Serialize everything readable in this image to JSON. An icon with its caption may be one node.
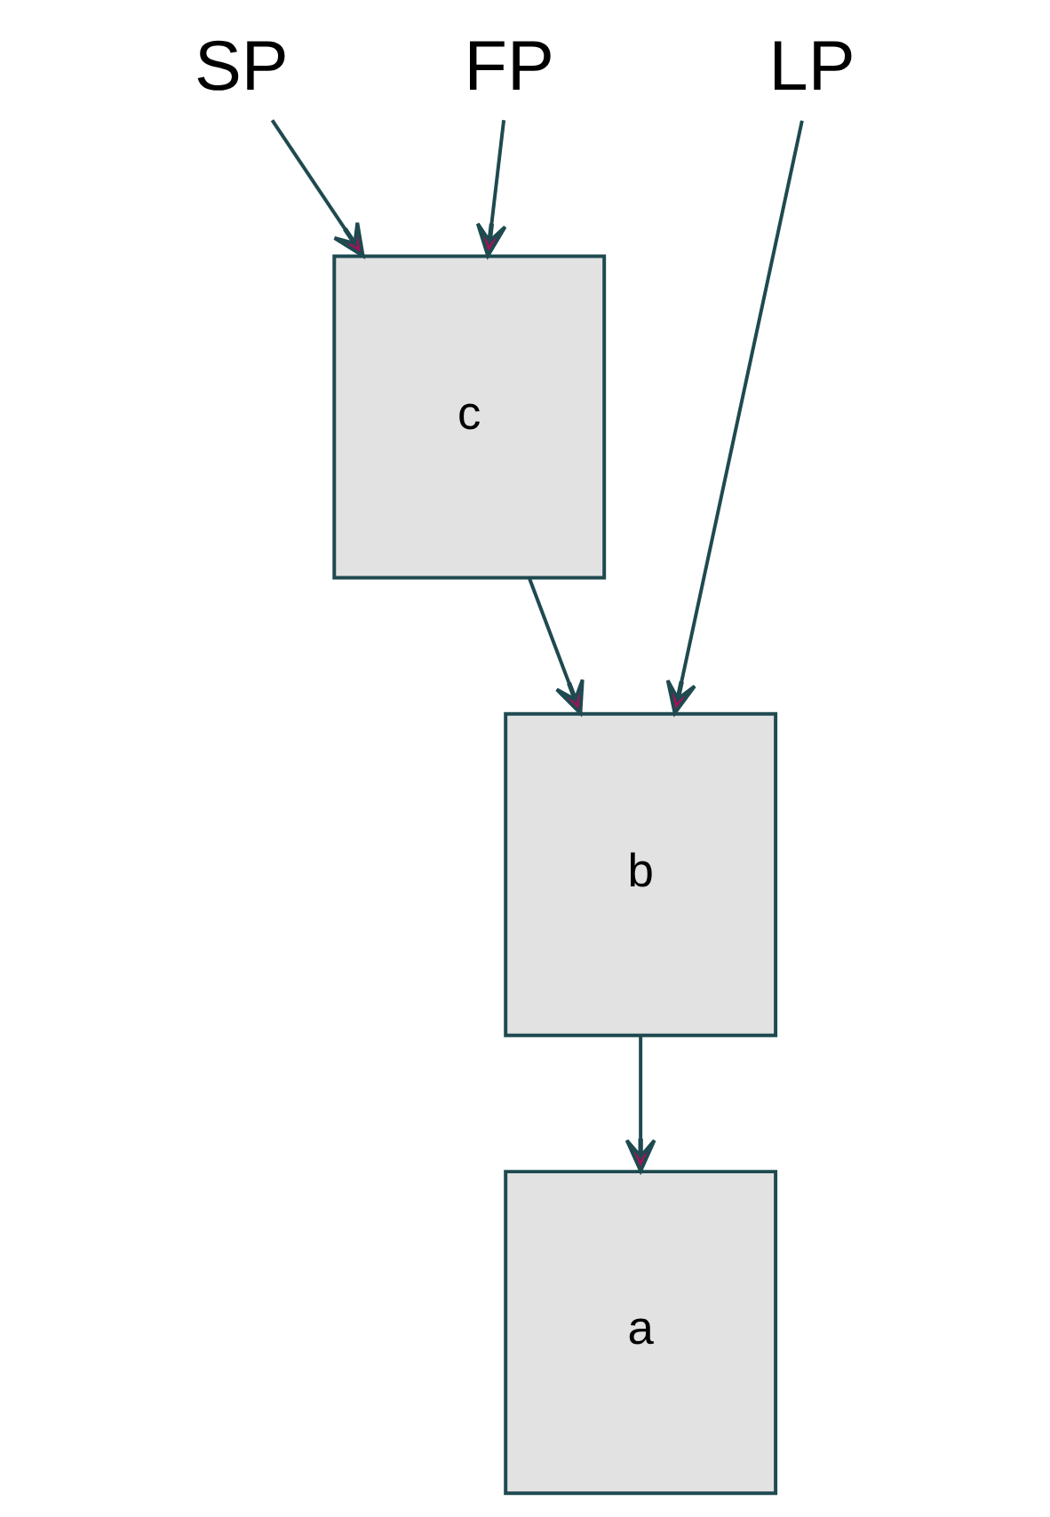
{
  "diagram": {
    "nodes": [
      {
        "text": [
          "SP"
        ]
      },
      {
        "text": [
          "FP"
        ]
      },
      {
        "text": [
          "LP"
        ]
      },
      {
        "text": [
          "c"
        ]
      },
      {
        "text": [
          "b"
        ]
      },
      {
        "text": [
          "a"
        ]
      }
    ],
    "edges": [
      {
        "from": 0,
        "to": 3,
        "arrow": "to"
      },
      {
        "from": 1,
        "to": 3,
        "arrow": "to"
      },
      {
        "from": 2,
        "to": 4,
        "arrow": "to"
      },
      {
        "from": 3,
        "to": 4,
        "arrow": "to"
      },
      {
        "from": 4,
        "to": 5,
        "arrow": "to"
      }
    ]
  }
}
